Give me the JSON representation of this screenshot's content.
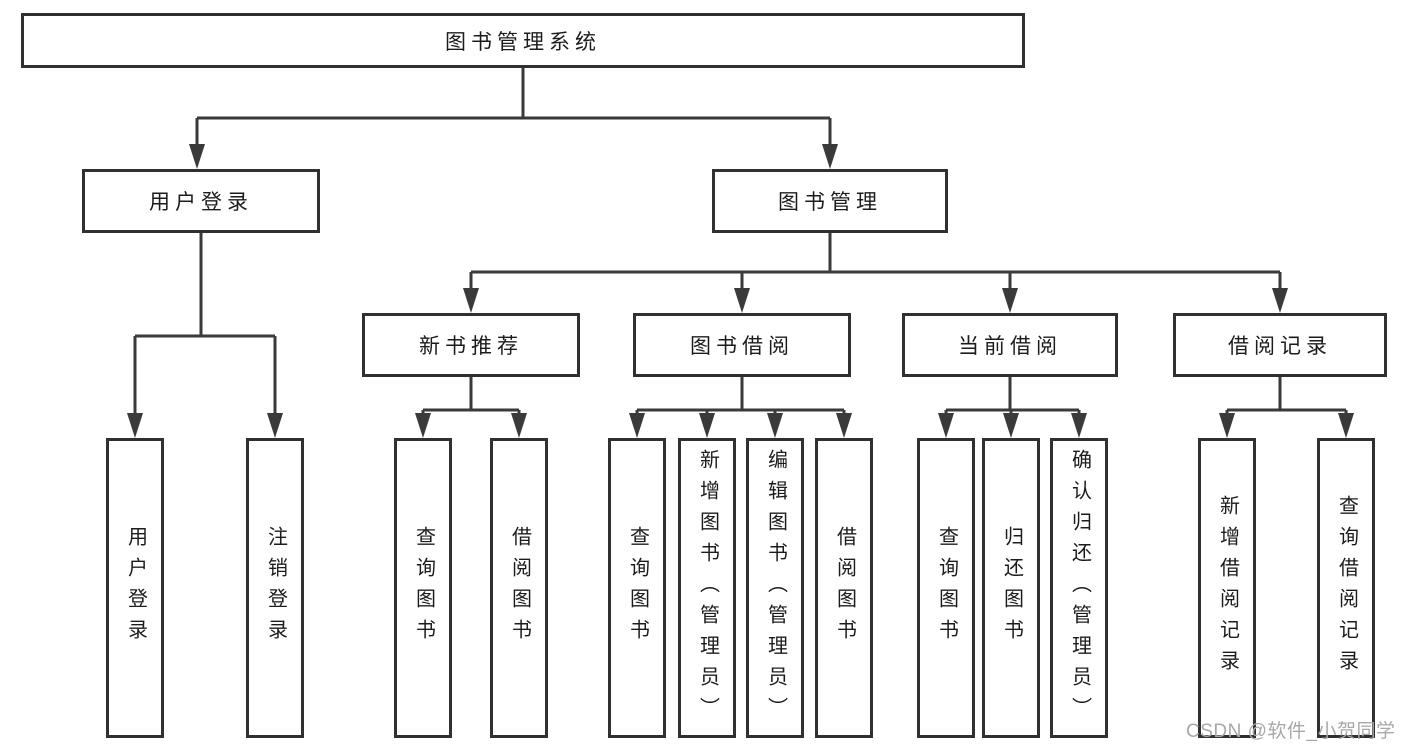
{
  "diagram": {
    "root_label": "图书管理系统",
    "user_login": {
      "label": "用户登录",
      "children": [
        "用户登录",
        "注销登录"
      ]
    },
    "book_management": {
      "label": "图书管理",
      "modules": [
        {
          "label": "新书推荐",
          "children": [
            "查询图书",
            "借阅图书"
          ]
        },
        {
          "label": "图书借阅",
          "children": [
            "查询图书",
            "新增图书（管理员）",
            "编辑图书（管理员）",
            "借阅图书"
          ]
        },
        {
          "label": "当前借阅",
          "children": [
            "查询图书",
            "归还图书",
            "确认归还（管理员）"
          ]
        },
        {
          "label": "借阅记录",
          "children": [
            "新增借阅记录",
            "查询借阅记录"
          ]
        }
      ]
    }
  },
  "watermark": {
    "text": "CSDN @软件_小贺同学"
  },
  "colors": {
    "line": "#3a3a3a",
    "border": "#303030",
    "text": "#1c1c1c",
    "watermark": "#a8a8a8",
    "background": "#ffffff"
  }
}
